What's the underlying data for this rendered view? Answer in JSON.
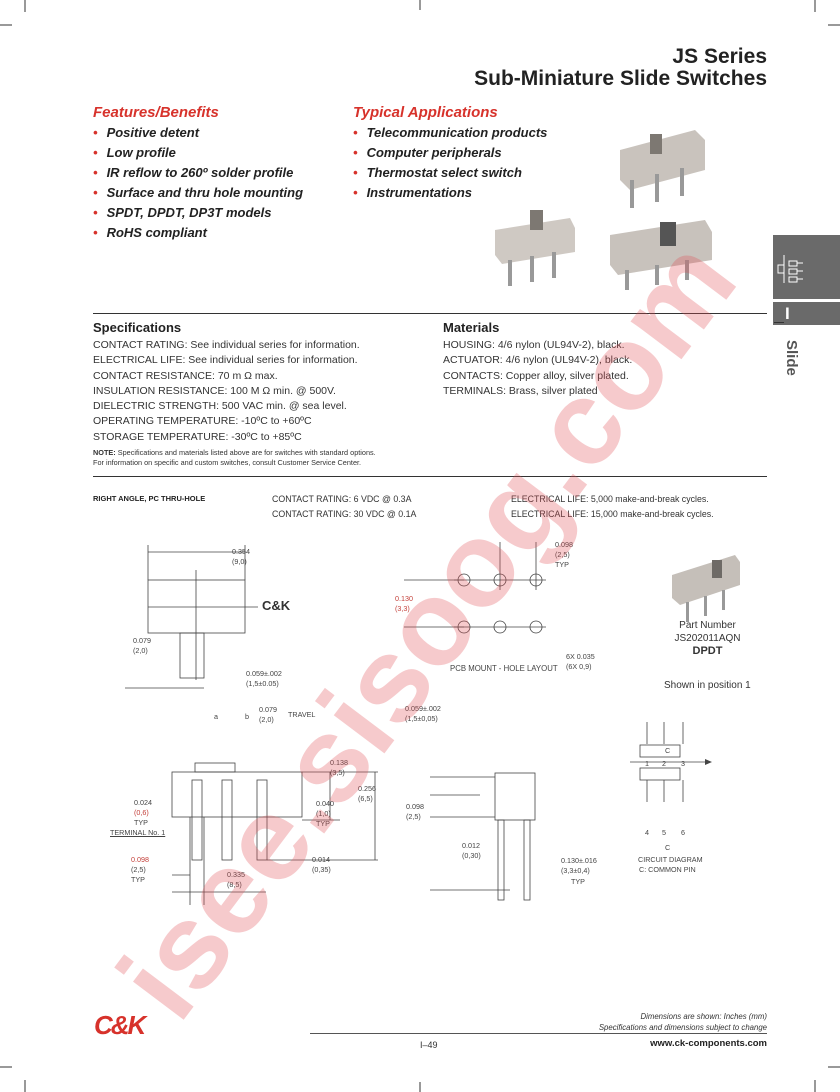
{
  "header": {
    "series": "JS Series",
    "subtitle": "Sub-Miniature Slide Switches"
  },
  "features": {
    "title": "Features/Benefits",
    "items": [
      "Positive detent",
      "Low profile",
      "IR reflow to 260º solder profile",
      "Surface and thru hole mounting",
      "SPDT, DPDT, DP3T models",
      "RoHS compliant"
    ]
  },
  "applications": {
    "title": "Typical Applications",
    "items": [
      "Telecommunication products",
      "Computer peripherals",
      "Thermostat select switch",
      "Instrumentations"
    ]
  },
  "side_tab": {
    "letter": "I",
    "label": "Slide",
    "icon": "slide-switch-icon"
  },
  "specifications": {
    "title": "Specifications",
    "items": [
      "CONTACT RATING: See individual series for information.",
      "ELECTRICAL LIFE: See individual series for information.",
      "CONTACT RESISTANCE: 70 m Ω max.",
      "INSULATION RESISTANCE: 100 M Ω min. @ 500V.",
      "DIELECTRIC STRENGTH: 500 VAC min. @ sea level.",
      "OPERATING TEMPERATURE: -10ºC to +60ºC",
      "STORAGE TEMPERATURE: -30ºC to +85ºC"
    ],
    "note_label": "NOTE:",
    "note_line1": " Specifications and materials listed above are for switches with standard options.",
    "note_line2": "For information on specific and custom switches, consult Customer Service Center."
  },
  "materials": {
    "title": "Materials",
    "items": [
      "HOUSING: 4/6 nylon (UL94V-2), black.",
      "ACTUATOR: 4/6 nylon (UL94V-2), black.",
      "CONTACTS: Copper alloy, silver plated.",
      "TERMINALS: Brass, silver plated"
    ]
  },
  "model": {
    "type": "RIGHT ANGLE, PC THRU-HOLE",
    "ratings": [
      "CONTACT RATING: 6 VDC @ 0.3A",
      "CONTACT RATING: 30 VDC @ 0.1A"
    ],
    "life": [
      "ELECTRICAL LIFE: 5,000 make-and-break cycles.",
      "ELECTRICAL LIFE: 15,000 make-and-break cycles."
    ]
  },
  "part": {
    "label": "Part Number",
    "number": "JS202011AQN",
    "type": "DPDT",
    "position": "Shown in position 1"
  },
  "drawing": {
    "brand": "C&K",
    "pcb_label": "PCB MOUNT - HOLE LAYOUT",
    "circuit_title": "CIRCUIT DIAGRAM",
    "circuit_note": "C: COMMON PIN",
    "common": "C",
    "pins_top": [
      "1",
      "2",
      "3"
    ],
    "pins_bottom": [
      "4",
      "5",
      "6"
    ],
    "dims": [
      "0.354",
      "(9,0)",
      "0.079",
      "(2,0)",
      "0.059±.002",
      "(1,5±0.05)",
      "0.098",
      "(2,5)",
      "TYP",
      "0.130",
      "(3,3)",
      "6X 0.035",
      "(6X 0,9)",
      "a",
      "b",
      "0.079",
      "(2,0)",
      "TRAVEL",
      "0.138",
      "(3,5)",
      "0.256",
      "(6,5)",
      "0.024",
      "(0,6)",
      "TYP",
      "0.040",
      "(1,0)",
      "TYP",
      "TERMINAL No. 1",
      "0.098",
      "(2,5)",
      "TYP",
      "0.335",
      "(8,5)",
      "0.014",
      "(0,35)",
      "0.059±.002",
      "(1,5±0,05)",
      "0.098",
      "(2,5)",
      "0.012",
      "(0,30)",
      "0.130±.016",
      "(3,3±0,4)",
      "TYP"
    ]
  },
  "footer": {
    "logo": "C&K",
    "note1": "Dimensions are shown: Inches (mm)",
    "note2": "Specifications and dimensions subject to change",
    "page": "I–49",
    "url": "www.ck-components.com"
  },
  "watermark": "isee.sisoog.com",
  "colors": {
    "accent": "#d7322b",
    "side_tab": "#6a6a6a"
  }
}
